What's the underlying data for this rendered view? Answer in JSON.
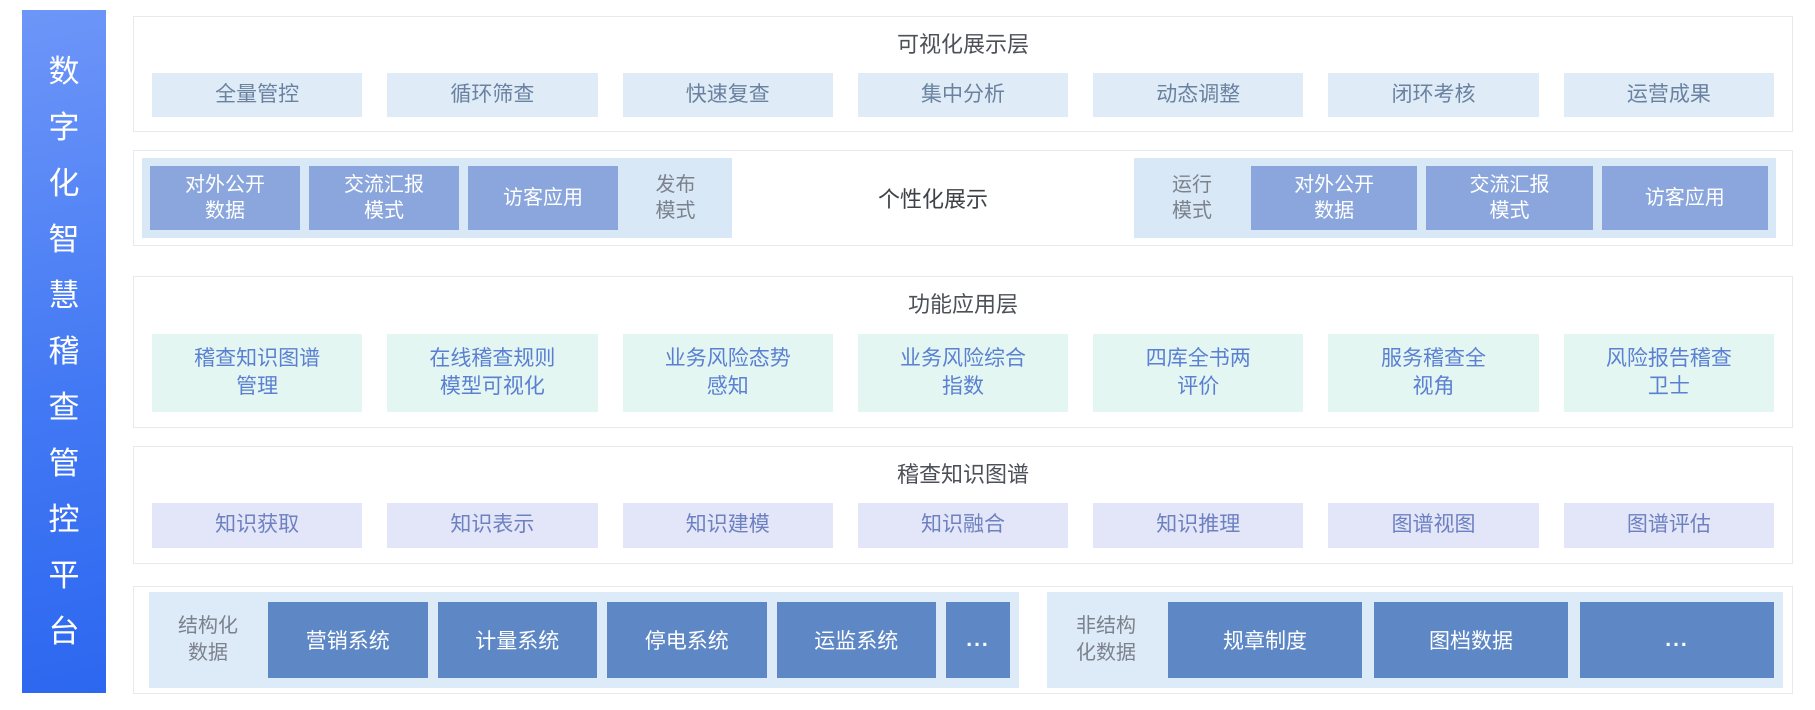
{
  "platform": {
    "title": "数字化智慧稽查管控平台",
    "title_chars": [
      "数",
      "字",
      "化",
      "智",
      "慧",
      "稽",
      "查",
      "管",
      "控",
      "平",
      "台"
    ]
  },
  "colors": {
    "sidebar_gradient_top": "#6e96f8",
    "sidebar_gradient_bottom": "#2c67f0",
    "row1_pill_bg": "#dfecf8",
    "row1_pill_text": "#6a829f",
    "mode_group_bg": "#d9e8f7",
    "mode_box_bg": "#8aa6dc",
    "row3_pill_bg": "#e4f6f2",
    "row3_pill_text": "#5b80d2",
    "row4_pill_bg": "#e3e6f8",
    "row4_pill_text": "#6d81c1",
    "data_group_bg": "#ddeaf8",
    "data_box_bg": "#5d87c5",
    "layer_border": "#e7e9ed",
    "title_text": "#4c5058"
  },
  "layers": {
    "visualization": {
      "title": "可视化展示层",
      "items": [
        "全量管控",
        "循环筛查",
        "快速复查",
        "集中分析",
        "动态调整",
        "闭环考核",
        "运营成果"
      ]
    },
    "modes": {
      "publish_group": {
        "label": "发布\n模式",
        "items": [
          "对外公开\n数据",
          "交流汇报\n模式",
          "访客应用"
        ]
      },
      "personalized_label": "个性化展示",
      "run_group": {
        "label": "运行\n模式",
        "items": [
          "对外公开\n数据",
          "交流汇报\n模式",
          "访客应用"
        ]
      }
    },
    "function": {
      "title": "功能应用层",
      "items": [
        "稽查知识图谱\n管理",
        "在线稽查规则\n模型可视化",
        "业务风险态势\n感知",
        "业务风险综合\n指数",
        "四库全书两\n评价",
        "服务稽查全\n视角",
        "风险报告稽查\n卫士"
      ]
    },
    "knowledge_graph": {
      "title": "稽查知识图谱",
      "items": [
        "知识获取",
        "知识表示",
        "知识建模",
        "知识融合",
        "知识推理",
        "图谱视图",
        "图谱评估"
      ]
    },
    "data_sources": {
      "structured": {
        "label": "结构化\n数据",
        "items": [
          "营销系统",
          "计量系统",
          "停电系统",
          "运监系统"
        ],
        "more": "..."
      },
      "unstructured": {
        "label": "非结构\n化数据",
        "items": [
          "规章制度",
          "图档数据"
        ],
        "more": "..."
      }
    }
  }
}
